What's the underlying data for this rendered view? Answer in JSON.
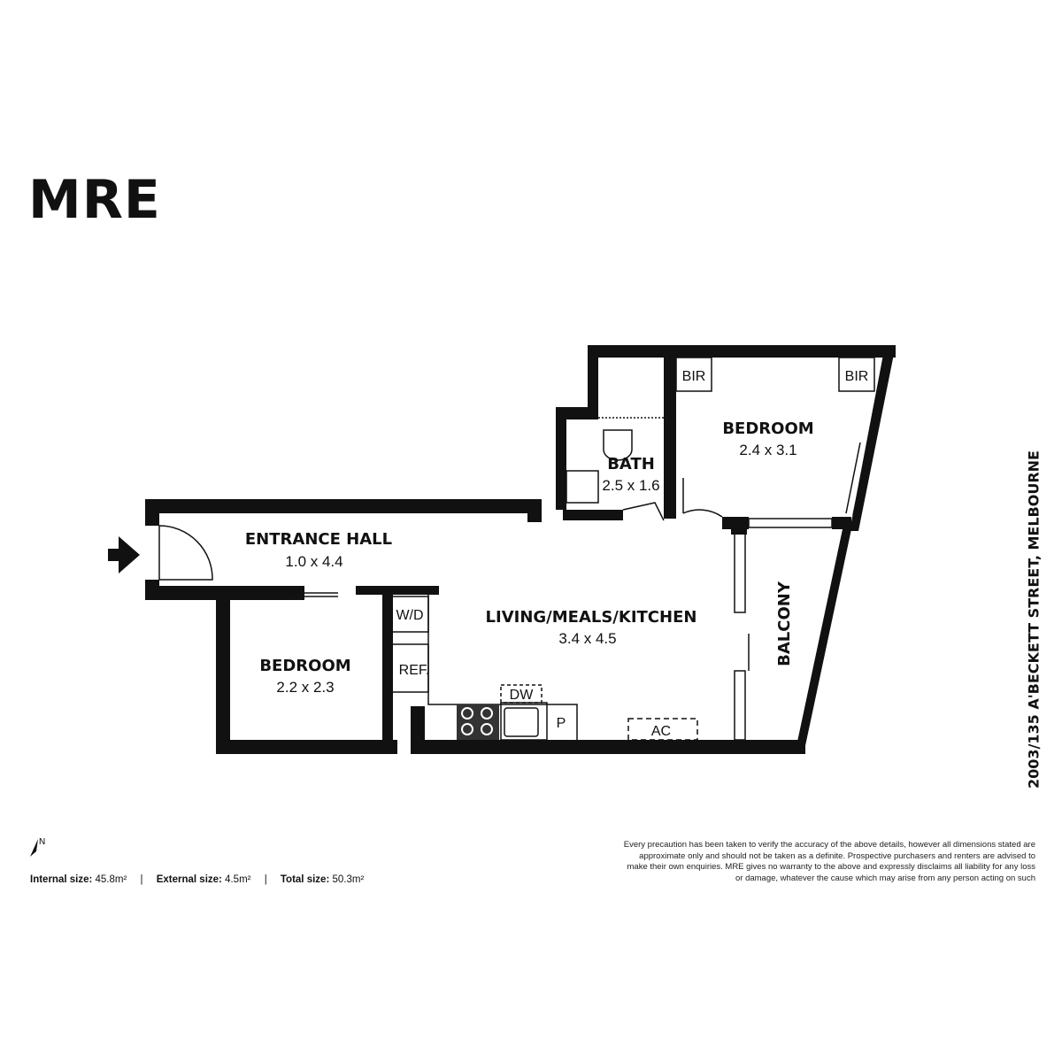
{
  "brand": {
    "logo": "MRE"
  },
  "address": "2003/135 A'BECKETT STREET, MELBOURNE",
  "rooms": {
    "entrance_hall": {
      "name": "ENTRANCE HALL",
      "dims": "1.0 x 4.4"
    },
    "bedroom_1": {
      "name": "BEDROOM",
      "dims": "2.4 x 3.1"
    },
    "bedroom_2": {
      "name": "BEDROOM",
      "dims": "2.2 x 2.3"
    },
    "bath": {
      "name": "BATH",
      "dims": "2.5 x 1.6"
    },
    "living": {
      "name": "LIVING/MEALS/KITCHEN",
      "dims": "3.4 x 4.5"
    },
    "balcony": {
      "name": "BALCONY"
    }
  },
  "fixtures": {
    "bir_left": "BIR",
    "bir_right": "BIR",
    "washer_dryer": "W/D",
    "fridge": "REF.",
    "dishwasher": "DW",
    "pantry": "P",
    "air_con": "AC"
  },
  "compass": {
    "label": "N"
  },
  "sizes": {
    "internal_label": "Internal size:",
    "internal_value": "45.8m²",
    "external_label": "External size:",
    "external_value": "4.5m²",
    "total_label": "Total size:",
    "total_value": "50.3m²",
    "separator": "|"
  },
  "disclaimer": "Every precaution has been taken to verify the accuracy of the above details, however all dimensions stated are approximate only and should not be taken as a definite. Prospective purchasers and renters are advised to make their own enquiries. MRE gives no warranty to the above and expressly disclaims all liability for any loss or damage, whatever the cause which may arise from any person acting on such"
}
